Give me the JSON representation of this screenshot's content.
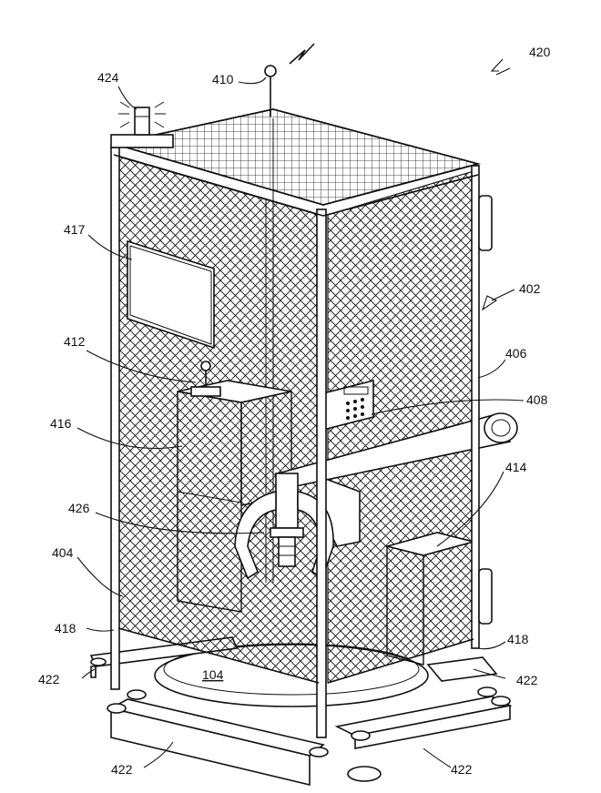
{
  "labels": {
    "l420": "420",
    "l424": "424",
    "l410": "410",
    "l417": "417",
    "l402": "402",
    "l412": "412",
    "l406": "406",
    "l408": "408",
    "l416": "416",
    "l414": "414",
    "l426": "426",
    "l404": "404",
    "l418a": "418",
    "l418b": "418",
    "l422a": "422",
    "l422b": "422",
    "l104": "104",
    "l422c": "422",
    "l422d": "422"
  }
}
